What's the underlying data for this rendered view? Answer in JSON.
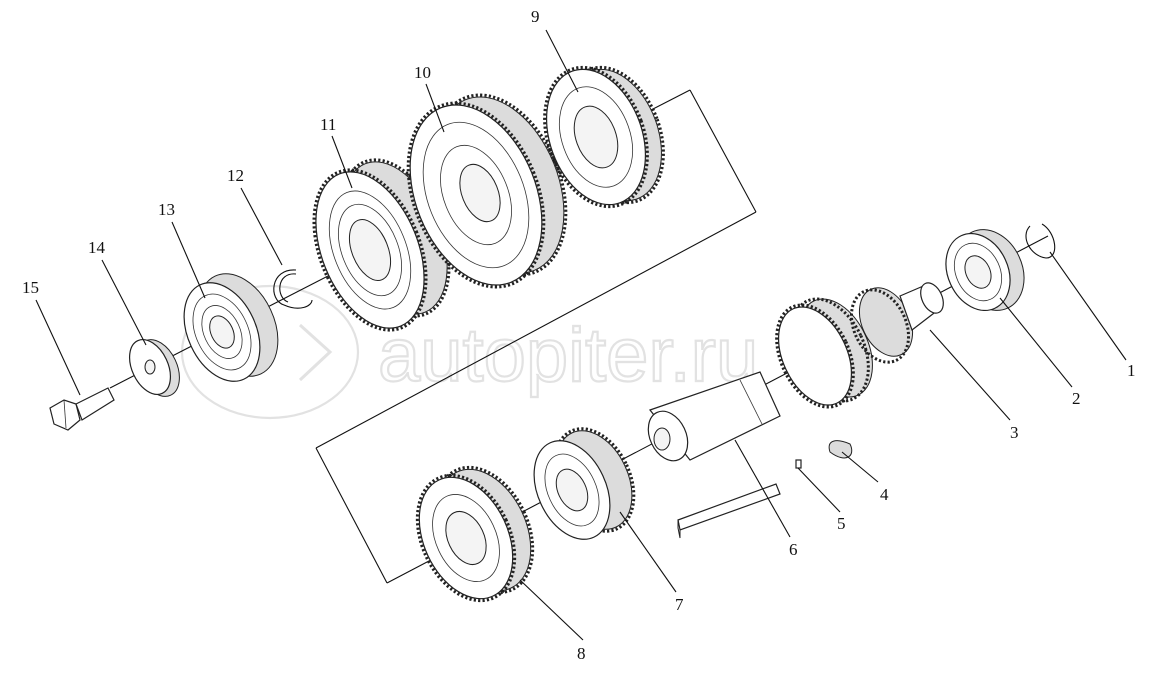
{
  "watermark": "autopiter.ru",
  "callouts": [
    {
      "id": "1",
      "text": "1"
    },
    {
      "id": "2",
      "text": "2"
    },
    {
      "id": "3",
      "text": "3"
    },
    {
      "id": "4",
      "text": "4"
    },
    {
      "id": "5",
      "text": "5"
    },
    {
      "id": "6",
      "text": "6"
    },
    {
      "id": "7",
      "text": "7"
    },
    {
      "id": "8",
      "text": "8"
    },
    {
      "id": "9",
      "text": "9"
    },
    {
      "id": "10",
      "text": "10"
    },
    {
      "id": "11",
      "text": "11"
    },
    {
      "id": "12",
      "text": "12"
    },
    {
      "id": "13",
      "text": "13"
    },
    {
      "id": "14",
      "text": "14"
    },
    {
      "id": "15",
      "text": "15"
    }
  ]
}
